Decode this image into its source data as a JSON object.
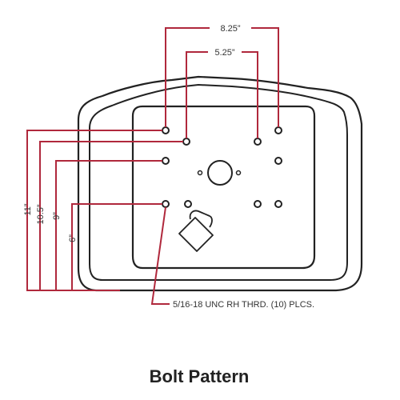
{
  "title": "Bolt Pattern",
  "note": "5/16-18 UNC RH THRD. (10) PLCS.",
  "dimensions": {
    "top_outer": "8.25”",
    "top_inner": "5.25”",
    "left_11": "11”",
    "left_105": "10.5”",
    "left_9": "9”",
    "left_6": "6”"
  },
  "colors": {
    "dimension_line": "#b0283c",
    "outline": "#222222",
    "text": "#333333"
  }
}
